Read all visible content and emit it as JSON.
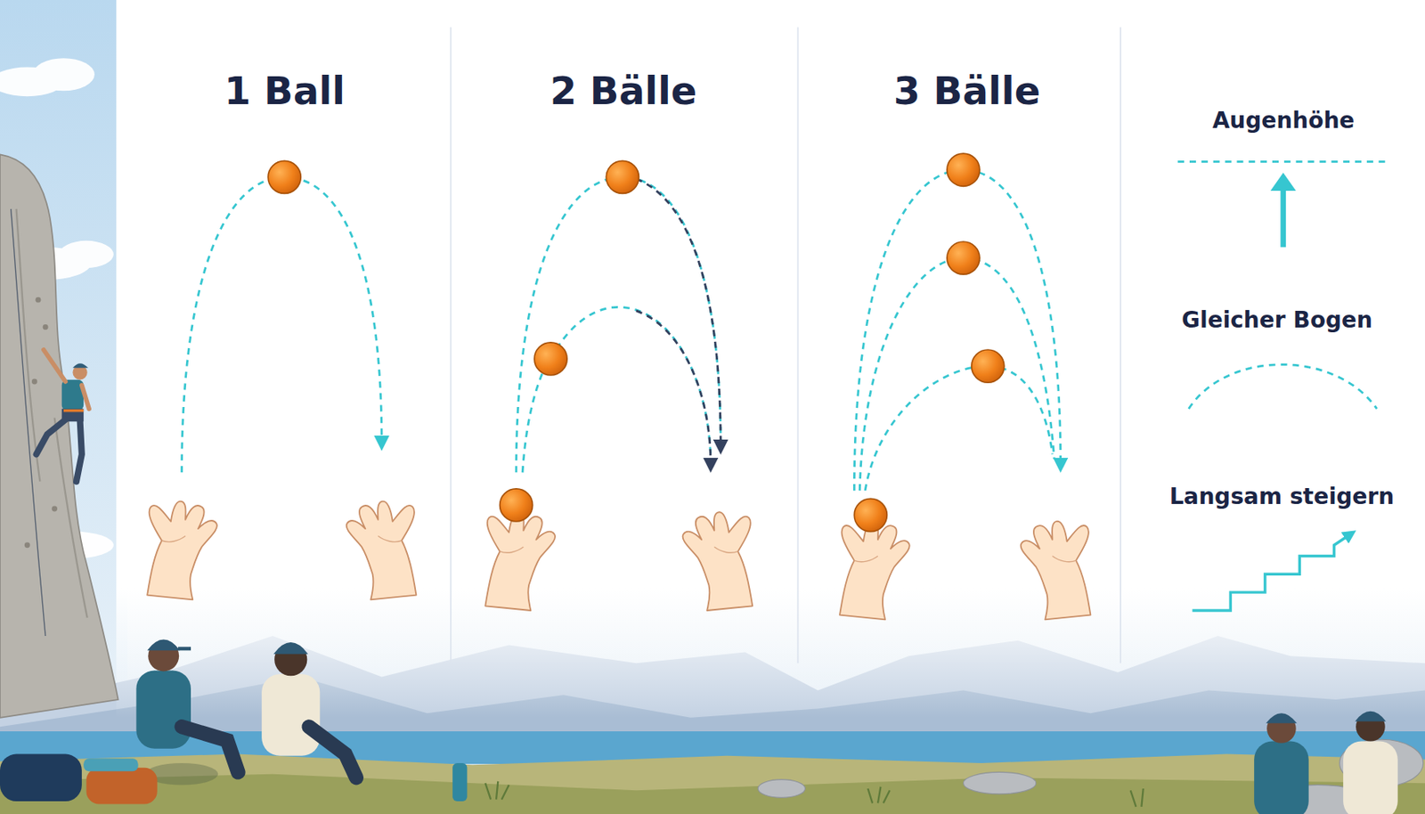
{
  "diagram": {
    "labels": [
      "1 Ball",
      "2 Bälle",
      "3 Bälle",
      "Augenhöhe",
      "Gleicher Bogen",
      "Langsam steigern"
    ]
  }
}
